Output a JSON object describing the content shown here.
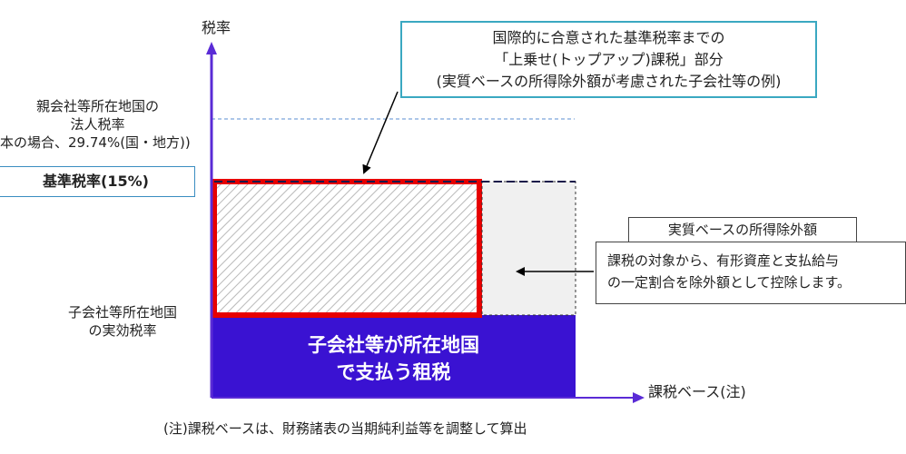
{
  "axes": {
    "y_label": "税率",
    "x_label": "課税ベース(注)"
  },
  "left_labels": {
    "parent_rate_line1": "親会社等所在地国の",
    "parent_rate_line2": "法人税率",
    "parent_rate_line3": "本の場合、29.74%(国・地方))",
    "base_rate": "基準税率(15%)",
    "subsidiary_rate_line1": "子会社等所在地国",
    "subsidiary_rate_line2": "の実効税率"
  },
  "callout_topup": {
    "line1": "国際的に合意された基準税率までの",
    "line2": "「上乗せ(トップアップ)課税」部分",
    "line3": "(実質ベースの所得除外額が考慮された子会社等の例)"
  },
  "exclusion": {
    "label": "実質ベースの所得除外額",
    "desc_line1": "課税の対象から、有形資産と支払給与",
    "desc_line2": "の一定割合を除外額として控除します。"
  },
  "tax_paid": {
    "line1": "子会社等が所在地国",
    "line2": "で支払う租税"
  },
  "footnote": "(注)課税ベースは、財務諸表の当期純利益等を調整して算出",
  "colors": {
    "axis": "#5a2bd6",
    "tax_paid_fill": "#3a12d2",
    "topup_border": "#e60000",
    "callout_border": "#3aa8c1",
    "parent_rate_line": "#5b8fd0"
  }
}
